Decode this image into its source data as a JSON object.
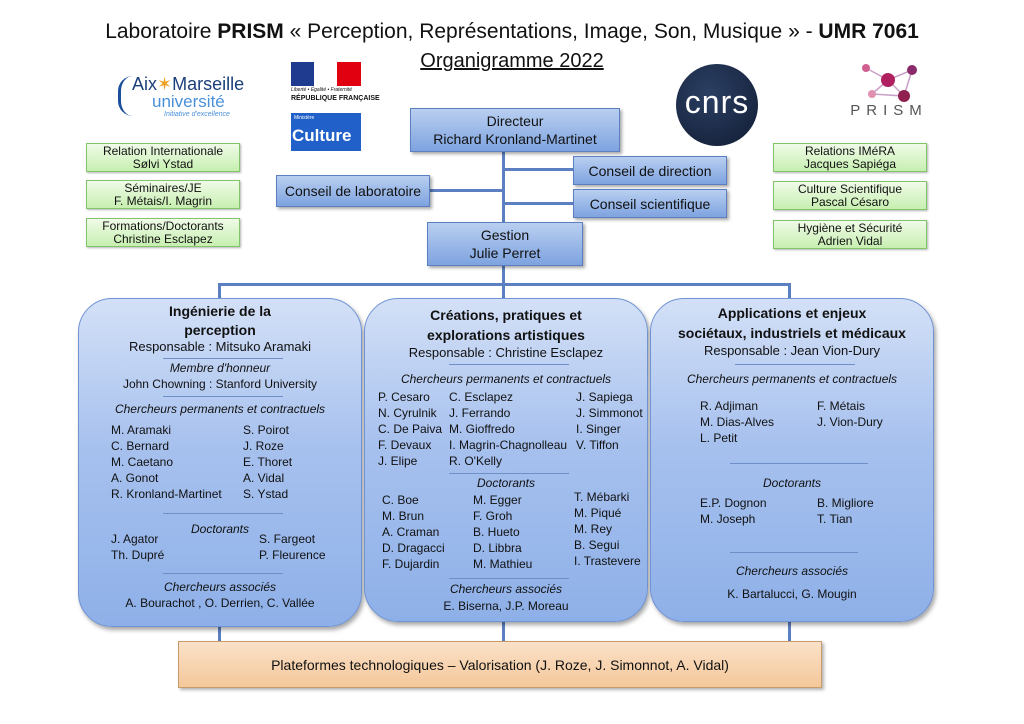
{
  "header": {
    "title_prefix": "Laboratoire ",
    "title_lab": "PRISM",
    "title_middle": " « Perception, Représentations, Image, Son, Musique » - ",
    "title_umr": "UMR 7061",
    "subtitle": "Organigramme 2022"
  },
  "logos": {
    "amu_line1": "Aix",
    "amu_star": "✶",
    "amu_line1b": "Marseille",
    "amu_line2": "université",
    "amu_line3": "Initiative d'excellence",
    "rf_motto": "Liberté • Égalité • Fraternité",
    "rf_name": "RÉPUBLIQUE FRANÇAISE",
    "culture_small": "Ministère",
    "culture": "Culture",
    "cnrs": "cnrs",
    "prism": "PRISM"
  },
  "director": {
    "role": "Directeur",
    "name": "Richard Kronland-Martinet"
  },
  "councils": {
    "direction": "Conseil de direction",
    "scientifique": "Conseil scientifique",
    "laboratoire": "Conseil de laboratoire"
  },
  "gestion": {
    "role": "Gestion",
    "name": "Julie Perret"
  },
  "left_boxes": [
    {
      "role": "Relation Internationale",
      "name": "Sølvi Ystad"
    },
    {
      "role": "Séminaires/JE",
      "name": "F. Métais/I. Magrin"
    },
    {
      "role": "Formations/Doctorants",
      "name": "Christine Esclapez"
    }
  ],
  "right_boxes": [
    {
      "role": "Relations IMéRA",
      "name": "Jacques Sapiéga"
    },
    {
      "role": "Culture Scientifique",
      "name": "Pascal Césaro"
    },
    {
      "role": "Hygiène et Sécurité",
      "name": "Adrien Vidal"
    }
  ],
  "team1": {
    "title1": "Ingénierie de la",
    "title2": "perception",
    "resp": "Responsable : Mitsuko Aramaki",
    "honor_label": "Membre d'honneur",
    "honor": "John Chowning : Stanford University",
    "perm_label": "Chercheurs permanents et contractuels",
    "perm_col1": [
      "M. Aramaki",
      "C. Bernard",
      "M. Caetano",
      "A. Gonot",
      "R. Kronland-Martinet"
    ],
    "perm_col2": [
      "S. Poirot",
      "J. Roze",
      "E. Thoret",
      "A. Vidal",
      "S. Ystad"
    ],
    "doc_label": "Doctorants",
    "doc_col1": [
      "J. Agator",
      "Th. Dupré"
    ],
    "doc_col2": [
      "S. Fargeot",
      "P. Fleurence"
    ],
    "assoc_label": "Chercheurs associés",
    "assoc": "A. Bourachot , O. Derrien, C. Vallée"
  },
  "team2": {
    "title1": "Créations, pratiques et",
    "title2": "explorations artistiques",
    "resp": "Responsable : Christine Esclapez",
    "perm_label": "Chercheurs permanents et contractuels",
    "perm_col1": [
      "P. Cesaro",
      "N. Cyrulnik",
      "C. De Paiva",
      "F. Devaux",
      "J. Elipe"
    ],
    "perm_col2": [
      "C. Esclapez",
      "J. Ferrando",
      "M. Gioffredo",
      "I. Magrin-Chagnolleau",
      "R. O'Kelly"
    ],
    "perm_col3": [
      "J. Sapiega",
      "J. Simmonot",
      "I. Singer",
      "V. Tiffon"
    ],
    "doc_label": "Doctorants",
    "doc_col1": [
      "C. Boe",
      "M. Brun",
      "A. Craman",
      "D. Dragacci",
      "F. Dujardin"
    ],
    "doc_col2": [
      "M. Egger",
      "F. Groh",
      "B. Hueto",
      "D. Libbra",
      "M. Mathieu"
    ],
    "doc_col3": [
      "T. Mébarki",
      "M. Piqué",
      "M. Rey",
      "B. Segui",
      "I. Trastevere"
    ],
    "assoc_label": "Chercheurs associés",
    "assoc": "E. Biserna, J.P. Moreau"
  },
  "team3": {
    "title1": "Applications et enjeux",
    "title2": "sociétaux, industriels et médicaux",
    "resp": "Responsable : Jean Vion-Dury",
    "perm_label": "Chercheurs permanents et contractuels",
    "perm_col1": [
      "R. Adjiman",
      "M. Dias-Alves",
      "L. Petit"
    ],
    "perm_col2": [
      "F. Métais",
      "J. Vion-Dury"
    ],
    "doc_label": "Doctorants",
    "doc_col1": [
      "E.P. Dognon",
      "M. Joseph"
    ],
    "doc_col2": [
      "B. Migliore",
      "T. Tian"
    ],
    "assoc_label": "Chercheurs associés",
    "assoc": "K. Bartalucci, G. Mougin"
  },
  "platform": "Plateformes technologiques – Valorisation (J. Roze, J. Simonnot, A. Vidal)"
}
